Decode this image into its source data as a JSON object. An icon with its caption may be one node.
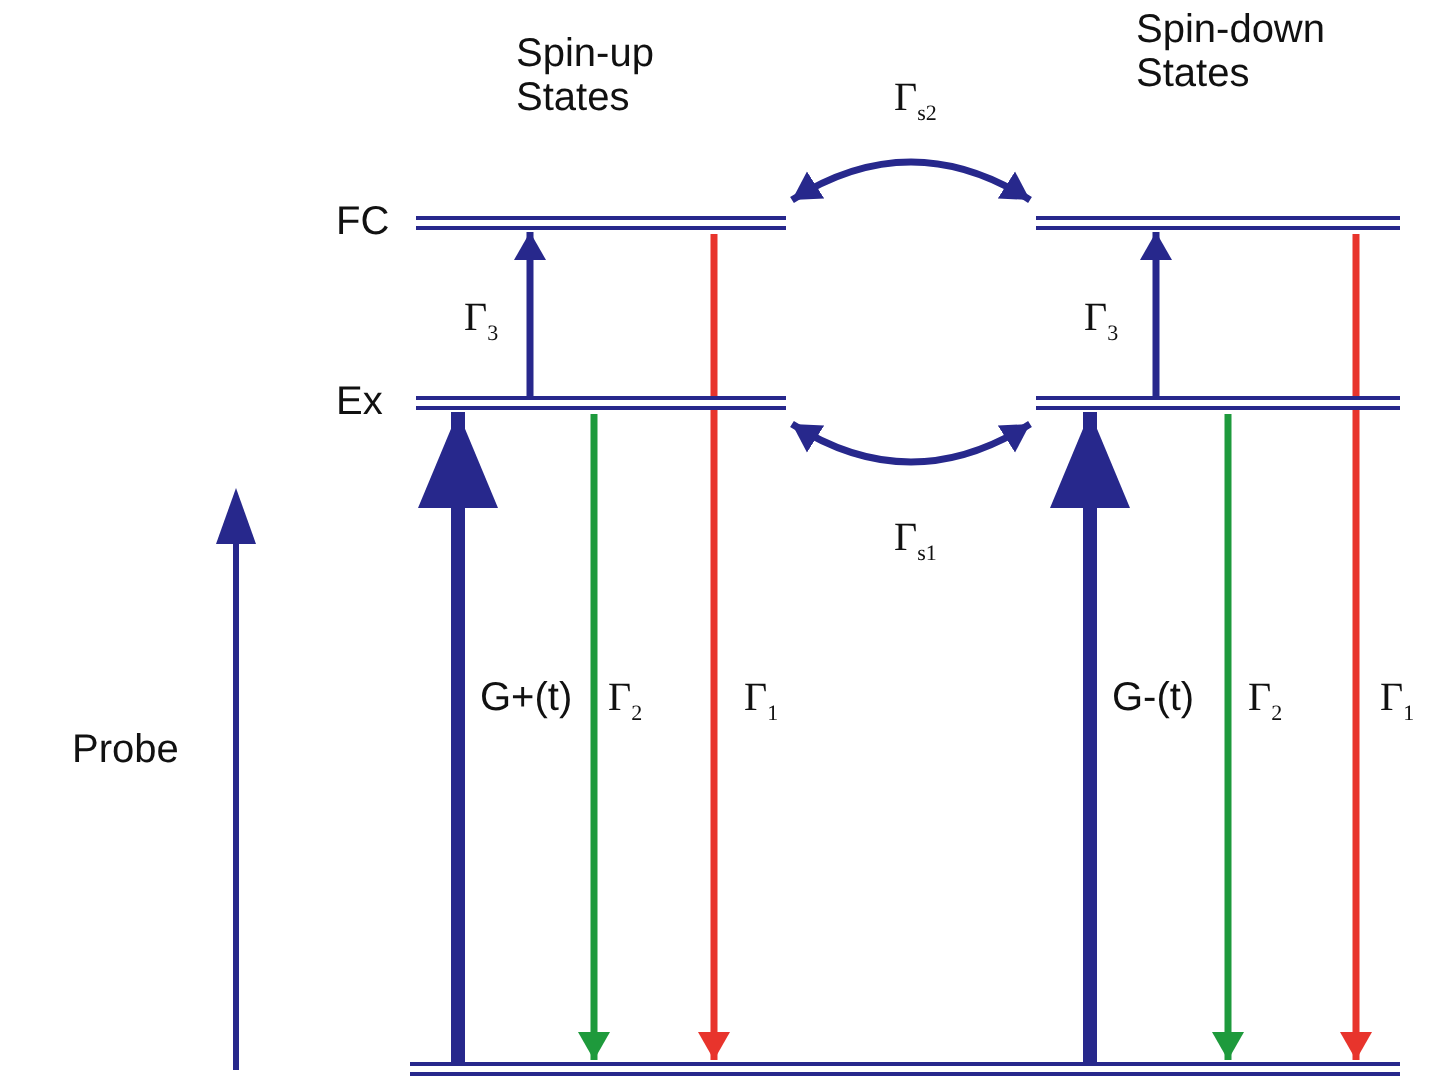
{
  "diagram": {
    "nodes": [
      {
        "text": [],
        "shape": "bar",
        "beside": [
          "FC"
        ]
      },
      {
        "text": [],
        "shape": "bar",
        "beside": [
          "Ex"
        ]
      },
      {
        "text": [],
        "shape": "bar"
      },
      {
        "text": [],
        "shape": "bar"
      },
      {
        "text": [],
        "shape": "bar"
      }
    ],
    "edges": [
      {
        "from": 0,
        "to": 2,
        "arrow": "both",
        "label": "Γ$_{s2}$"
      },
      {
        "from": 1,
        "to": 3,
        "arrow": "both",
        "label": "Γ$_{s1}$"
      },
      {
        "from": 1,
        "to": 0,
        "arrow": "to",
        "label": "Γ$_{3}$"
      },
      {
        "from": 3,
        "to": 2,
        "arrow": "to",
        "label": "Γ$_{3}$"
      },
      {
        "from": 4,
        "to": 1,
        "arrow": "to",
        "label": "G+(t)",
        "style": "thick"
      },
      {
        "from": 1,
        "to": 4,
        "arrow": "to",
        "label": "Γ$_{2}$",
        "color": "#1e9a3c"
      },
      {
        "from": 0,
        "to": 4,
        "arrow": "to",
        "label": "Γ$_{1}$",
        "color": "#e8342c"
      },
      {
        "from": 4,
        "to": 3,
        "arrow": "to",
        "label": "G-(t)",
        "style": "thick"
      },
      {
        "from": 3,
        "to": 4,
        "arrow": "to",
        "label": "Γ$_{2}$",
        "color": "#1e9a3c"
      },
      {
        "from": 2,
        "to": 4,
        "arrow": "to",
        "label": "Γ$_{1}$",
        "color": "#e8342c"
      }
    ],
    "labels": [
      "Spin-up States",
      "Spin-down States",
      "Probe"
    ]
  }
}
